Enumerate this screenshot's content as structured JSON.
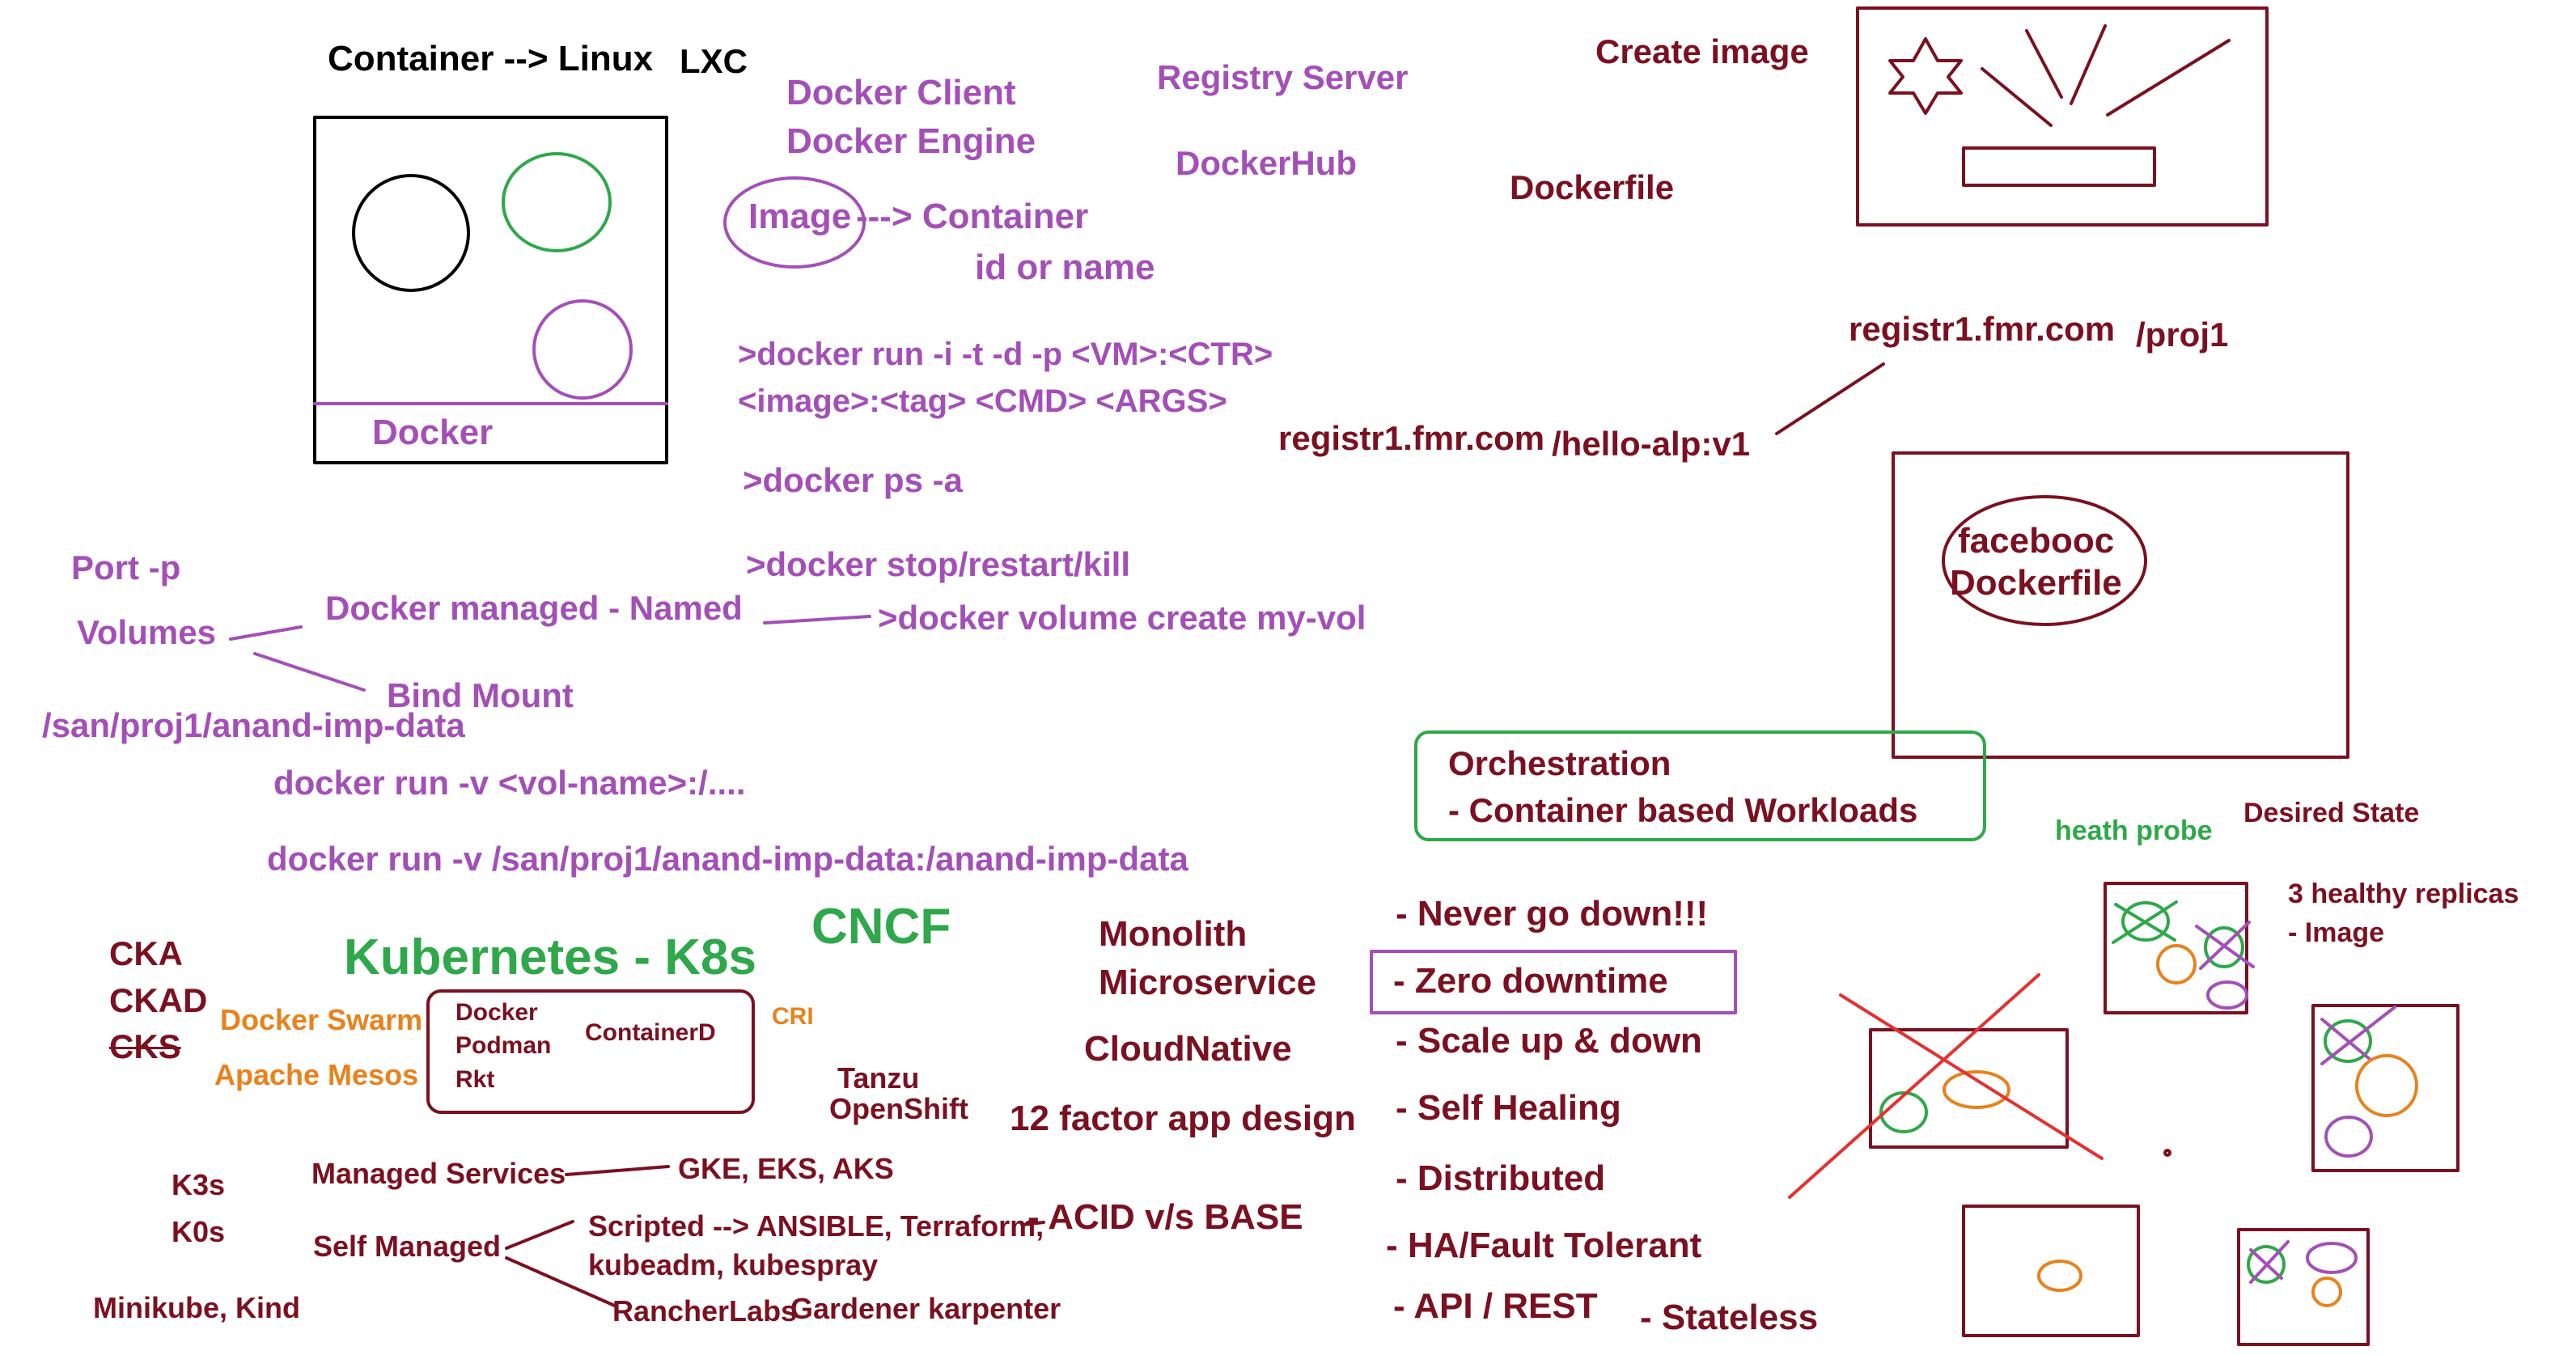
{
  "canvas": {
    "background": "#ffffff"
  },
  "colors": {
    "black": "#000000",
    "purple": "#a44fb8",
    "maroon": "#7b1020",
    "green": "#2ea84a",
    "orange": "#e8821c",
    "red": "#e53030"
  },
  "notes": {
    "container_linux": "Container --> Linux",
    "lxc": "LXC",
    "docker_label": "Docker",
    "docker_client": "Docker Client",
    "docker_engine": "Docker Engine",
    "image": "Image",
    "to_container": "---> Container",
    "id_or_name": "id or name",
    "docker_run_line1": ">docker run -i -t -d -p <VM>:<CTR>",
    "docker_run_line2": "<image>:<tag> <CMD> <ARGS>",
    "docker_ps": ">docker ps -a",
    "docker_stop": ">docker stop/restart/kill",
    "registry_server": "Registry Server",
    "dockerhub": "DockerHub",
    "create_image": "Create image",
    "dockerfile": "Dockerfile",
    "registry_host_a": "registr1.fmr.com",
    "proj1": "/proj1",
    "registry_host_b": "registr1.fmr.com",
    "hello_alp": "/hello-alp:v1",
    "faceboo": "faceboo",
    "c_suffix": "c",
    "dockerfi": "Dockerfi",
    "le_suffix": "le",
    "port": "Port -p",
    "volumes": "Volumes",
    "docker_managed": "Docker managed - Named",
    "volume_create": ">docker volume create my-vol",
    "bind_mount": "Bind Mount",
    "san_path": "/san/proj1/anand-imp-data",
    "run_v_name": "docker run -v <vol-name>:/....",
    "run_v_path": "docker run -v /san/proj1/anand-imp-data:/anand-imp-data",
    "orchestration": "Orchestration",
    "container_workloads": "- Container based Workloads",
    "heath_probe": "heath probe",
    "desired_state": "Desired State",
    "healthy_replicas": "3 healthy replicas",
    "image_item": "- Image",
    "cka": "CKA",
    "ckad": "CKAD",
    "cks": "CKS",
    "kubernetes": "Kubernetes - K8s",
    "cncf": "CNCF",
    "docker_swarm": "Docker Swarm",
    "apache_mesos": "Apache Mesos",
    "rt_docker": "Docker",
    "rt_podman": "Podman",
    "rt_rkt": "Rkt",
    "containerd": "ContainerD",
    "cri": "CRI",
    "tanzu": "Tanzu",
    "openshift": "OpenShift",
    "monolith": "Monolith",
    "microservice": "Microservice",
    "cloudnative": "CloudNative",
    "twelve_factor": "12 factor app design",
    "acid_base": "- ACID v/s BASE",
    "k3s": "K3s",
    "k0s": "K0s",
    "minikube": "Minikube, Kind",
    "managed_services": "Managed Services",
    "gke": "GKE, EKS, AKS",
    "self_managed": "Self Managed",
    "scripted": "Scripted --> ANSIBLE, Terraform,",
    "kubeadm": "kubeadm, kubespray",
    "rancher": "RancherLabs",
    "gardener": "Gardener karpenter",
    "never_down": "- Never go down!!!",
    "zero_downtime": "- Zero downtime",
    "scale": "- Scale up & down",
    "self_healing": "- Self Healing",
    "distributed": "- Distributed",
    "ha": "- HA/Fault Tolerant",
    "api": "- API / REST",
    "stateless": "- Stateless"
  },
  "icons": [
    "star-icon",
    "container-circle-icon",
    "crossed-out-container-icon"
  ]
}
